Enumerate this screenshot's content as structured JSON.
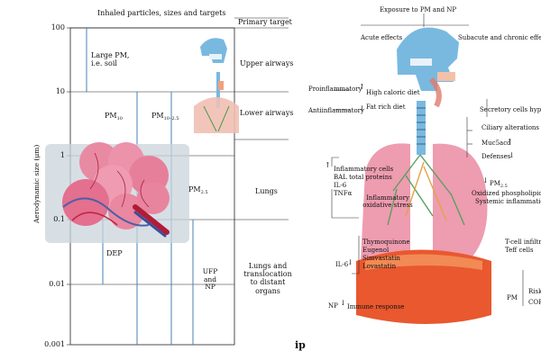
{
  "left_panel": {
    "title": "Inhaled particles, sizes and targets",
    "header_primary_target": "Primary target",
    "y_axis_label": "Aerodynamic size (μm)",
    "y_ticks": [
      "100",
      "10",
      "1",
      "0.1",
      "0.01",
      "0.001"
    ],
    "targets": [
      "Upper airways",
      "Lower airways",
      "Lungs",
      "Lungs and translocation to distant organs"
    ],
    "particle_labels": {
      "large_pm": "Large PM, i.e. soil",
      "pm10": "PM",
      "pm10_sub": "10",
      "pm10_25": "PM",
      "pm10_25_sub": "10–2.5",
      "pm25": "PM",
      "pm25_sub": "2.5",
      "dep": "DEP",
      "ufp_np": "UFP and NP"
    }
  },
  "center_mark": "ip",
  "right_panel": {
    "top_label": "Exposure to PM and NP",
    "acute_effects": "Acute effects",
    "subacute_effects": "Subacute and chronic effects",
    "proinflammatory": "Proinflammatory",
    "high_caloric_diet": "High caloric diet",
    "antiinflammatory": "Antiinflammatory",
    "fat_rich_diet": "Fat rich diet",
    "secretory_cells": "Secretory cells hyperpl",
    "ciliary_alterations": "Ciliary alterations",
    "muc5acd": "Muc5acd",
    "defenses": "Defenses",
    "inflammatory_cells_list": [
      "Inflammatory cells",
      "BAL total proteins",
      "IL-6",
      "TNFα"
    ],
    "inflammatory_stress": "Inflammatory oxidative stress",
    "pm25": "PM",
    "pm25_sub": "2.5",
    "oxidized_phospholipid": "Oxidized phospholipid der",
    "systemic_inflammation": "Systemic inflammatio",
    "drugs": [
      "Thymoquinone",
      "Eugenol",
      "Simvastatin",
      "Lovastatin"
    ],
    "il6": "IL-6",
    "tcell": "T-cell infiltrat",
    "teff": "Teff cells",
    "np_immune": "Immune response",
    "np_label": "NP",
    "pm_label": "PM",
    "risk_label": "Risk",
    "cor_label": "COR"
  }
}
